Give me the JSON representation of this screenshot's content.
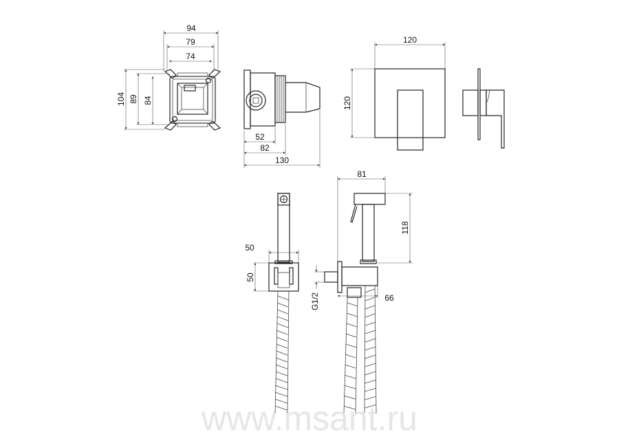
{
  "dimensions": {
    "box_width_outer": "94",
    "box_width_mid": "79",
    "box_width_inner": "74",
    "box_height_outer": "104",
    "box_height_mid": "89",
    "box_height_inner": "84",
    "side_depth_1": "52",
    "side_depth_2": "82",
    "side_depth_total": "130",
    "plate_width": "120",
    "plate_height": "120",
    "holder_width": "50",
    "holder_height": "50",
    "shower_reach": "81",
    "shower_height": "118",
    "outlet_depth": "66",
    "thread": "G1/2"
  },
  "watermark": "www.msant.ru",
  "colors": {
    "line": "#222222",
    "watermark": "#e6e6e6"
  }
}
